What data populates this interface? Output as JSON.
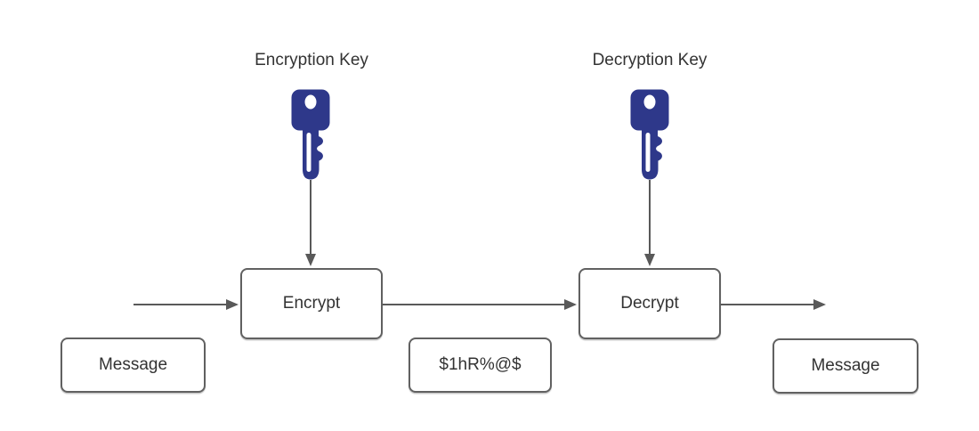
{
  "diagram": {
    "type": "flow-diagram",
    "subject": "symmetric encryption / decryption flow",
    "encryption_key_label": "Encryption Key",
    "decryption_key_label": "Decryption Key",
    "encrypt_box_label": "Encrypt",
    "decrypt_box_label": "Decrypt",
    "message_input_label": "Message",
    "ciphertext_label": "$1hR%@$",
    "message_output_label": "Message",
    "icons": {
      "encryption_key_icon": "key-icon",
      "decryption_key_icon": "key-icon"
    },
    "colors": {
      "key_fill": "#2e388a",
      "box_border": "#616161",
      "arrow": "#595959",
      "text": "#333333",
      "background": "#ffffff"
    }
  }
}
